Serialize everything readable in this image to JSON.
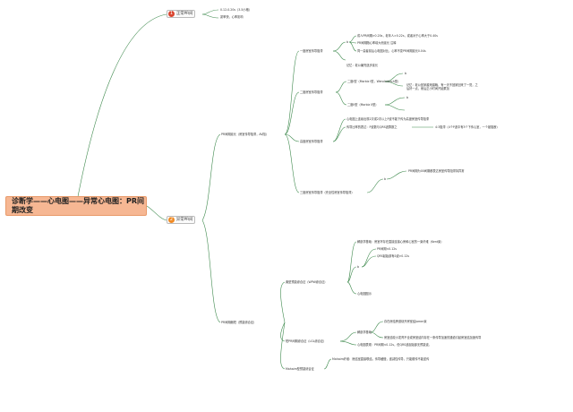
{
  "root": {
    "title": "诊断学——心电图——异常心电图：PR间期改变"
  },
  "branches": {
    "normal": {
      "num": "1",
      "label": "正常PR间",
      "children": [
        "0.12-0.20s（3-5小格）",
        "窦率快，心率影响"
      ]
    },
    "abnormal": {
      "num": "2",
      "label": "异常PR间"
    }
  },
  "prolonged": {
    "label": "PR间期延长（房室传导阻滞，AV阻）",
    "first_degree": {
      "label": "一度房室传导阻滞",
      "items": [
        "成人PR间期>0.20s，老年人>0.22s，或者对于心率大于0.40s",
        "PR间期随心率增大而延长 注释",
        "同一患者前后心电图对比，心率不变PR间期延长0.04s"
      ],
      "note": "记忆：老公编完逐步延长"
    },
    "second_degree": {
      "label": "二度房室传导阻滞",
      "type1": "二度I型（Morbiz I型，Wenckebach型）",
      "type1_note": "记忆：老公回家越来越晚，有一天不回家回来了一觉，之后好一点，而后正小时间开始累加",
      "type2": "二度II型（Morbiz II型）"
    },
    "high_degree": {
      "label": "高度房室传导阻滞",
      "items": [
        "心电图上连续出现2次或2次以上P波不能下传为高度房室传导阻滞",
        "传导比率的表达：P波数与QRS波群数之"
      ],
      "ratio_note": "4:3阻滞（4个P波中有3个下传心室，一个被阻断）"
    },
    "third_degree": {
      "label": "三度房室传导阻滞（完全性房室传导阻滞）",
      "items": [
        "PR间期为00间期都表达房室传导阻滞持异常"
      ]
    }
  },
  "shortened": {
    "label": "PR间期缩短（预激综合征）",
    "wpw": {
      "label": "典型预激综合征（WPW综合征）",
      "basis": "解剖学基础：房室环存在直接连接心房和心室的一束纤维（Kent束）",
      "items": [
        "PR间期<0.12s",
        "QRS起始部有δ波>0.12s",
        "心电图图示"
      ]
    },
    "lgl": {
      "label": "短PR间期综合征（LGL综合征）",
      "basis": "解剖学基础",
      "items": [
        "存在房结旁道绕开房室结Jamer束",
        "房室结较小发育不全或房室结内存在一条传导加速的通道引起房室结加速传导"
      ],
      "ecg": "心电图表现：PR间期<0.12s，但QRS波起始部无预激波。"
    },
    "mahaim": {
      "label": "Mahaim型预激综合征",
      "text": "Mahaim纤维：房结室直接联结，传导缓慢，递减性传导，只能顺传不能逆传"
    }
  }
}
